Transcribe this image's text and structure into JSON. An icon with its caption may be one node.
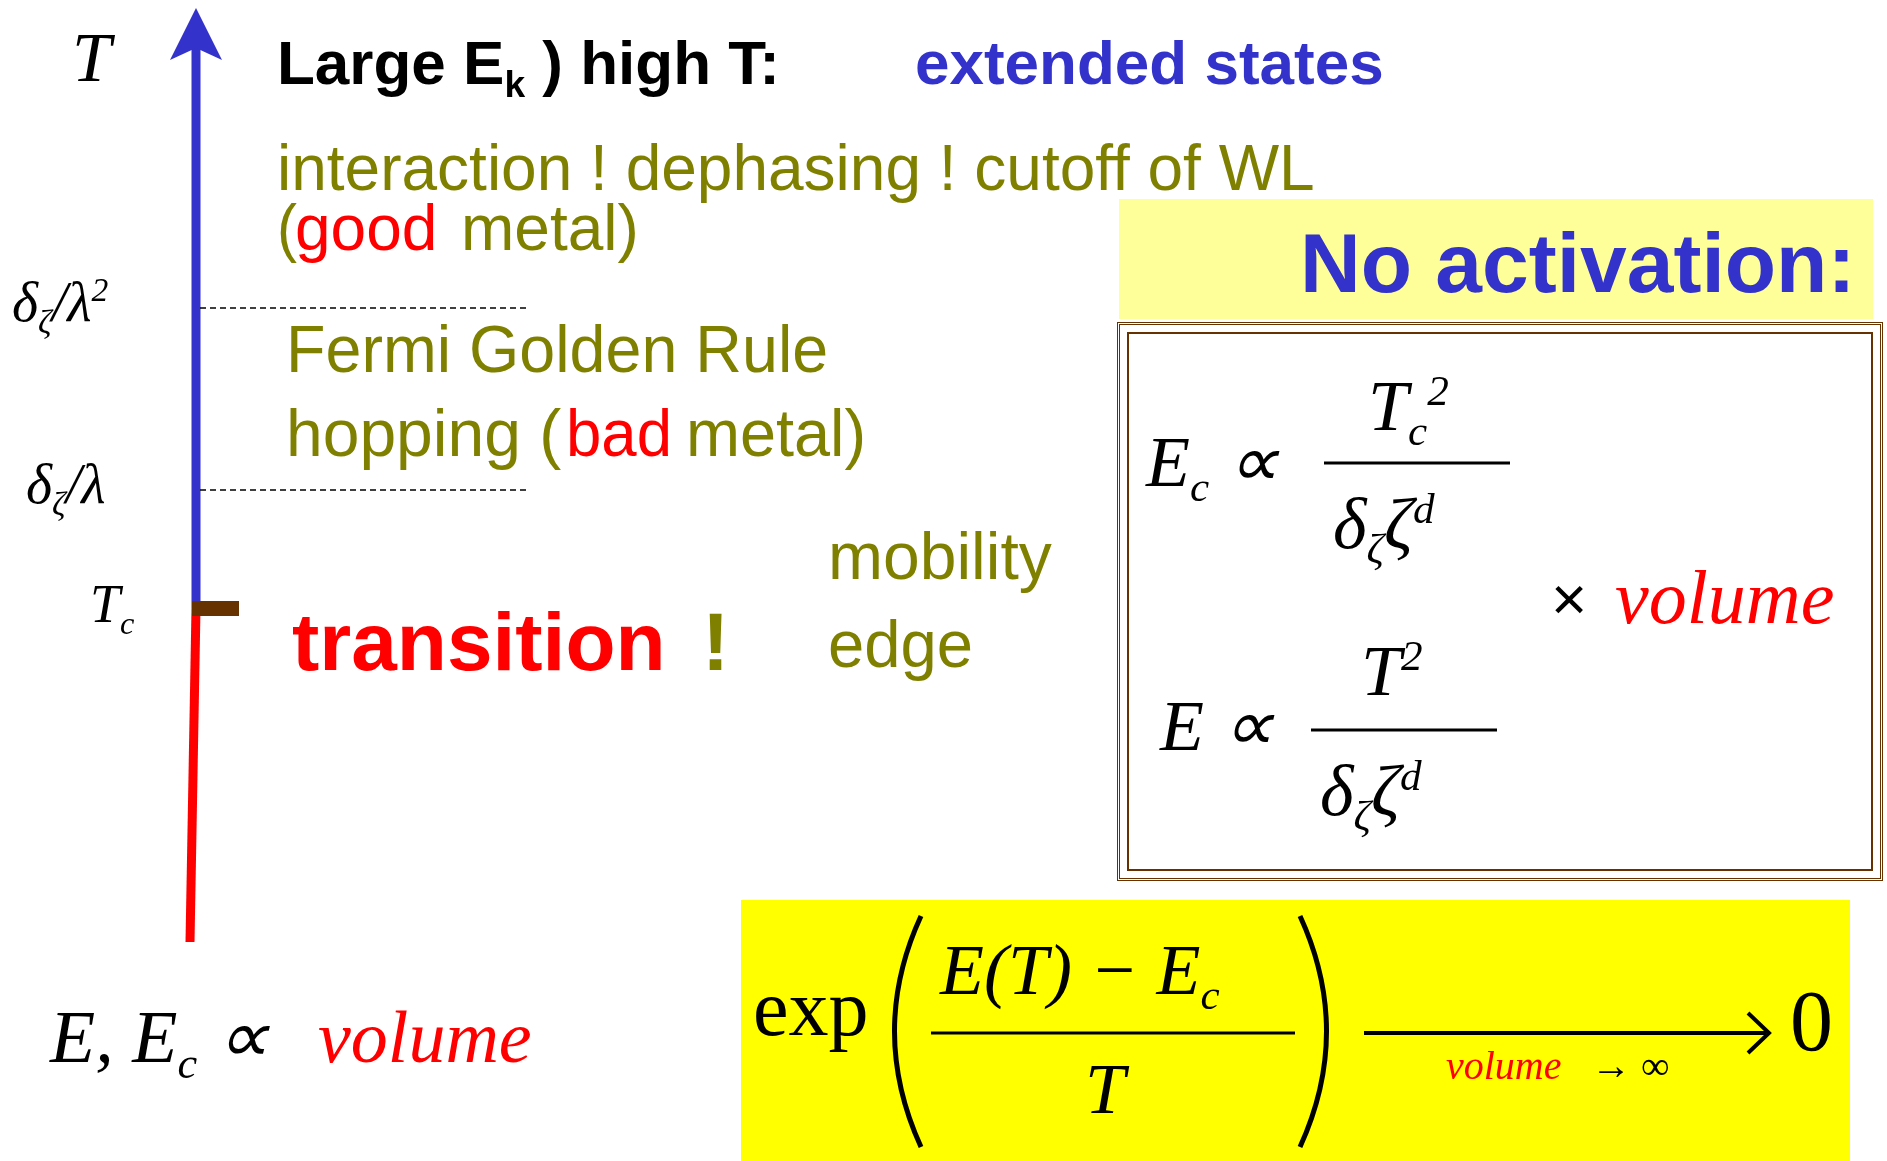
{
  "diagram": {
    "nodes": [
      {
        "text": [
          "No activation:"
        ]
      },
      {
        "text": [
          "E$_{c}$ ∝",
          "T$_{c}$$^{2}$",
          "δ$_{ζ}$ζ$^{d}$",
          "E ∝",
          "T$^{2}$",
          "δ$_{ζ}$ζ$^{d}$",
          "×",
          "volume"
        ]
      },
      {
        "text": [
          "exp",
          "E(T) − E$_{c}$",
          "T",
          "volume",
          "→ ∞",
          "0"
        ]
      }
    ],
    "labels": [
      "T",
      "Large E$_{k}$ ) high T:",
      "extended states",
      "interaction ! dephasing ! cutoff of WL",
      "(",
      "good",
      "metal)",
      "δ$_{ζ}$/λ$^{2}$",
      "Fermi Golden Rule",
      "hopping (",
      "bad",
      "metal)",
      "δ$_{ζ}$/λ",
      "mobility",
      "T$_{c}$",
      "transition",
      "!",
      "edge",
      "E, E$_{c}$ ∝",
      "volume"
    ]
  }
}
